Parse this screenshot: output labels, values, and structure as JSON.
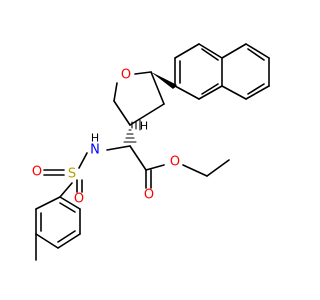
{
  "molecule": {
    "atom_labels": {
      "ring_oxygen": "O",
      "amine_n": "N",
      "amine_h": "H",
      "sulfur": "S",
      "sulfonyl_o_left": "O",
      "sulfonyl_o_bottom": "O",
      "carbonyl_o": "O",
      "ester_o": "O",
      "stereo_h": "H"
    },
    "colors": {
      "bond": "#000000",
      "oxygen": "#ff0000",
      "nitrogen": "#0000ff",
      "sulfur": "#b8a000",
      "hydrogen": "#000000",
      "background": "#ffffff"
    }
  }
}
